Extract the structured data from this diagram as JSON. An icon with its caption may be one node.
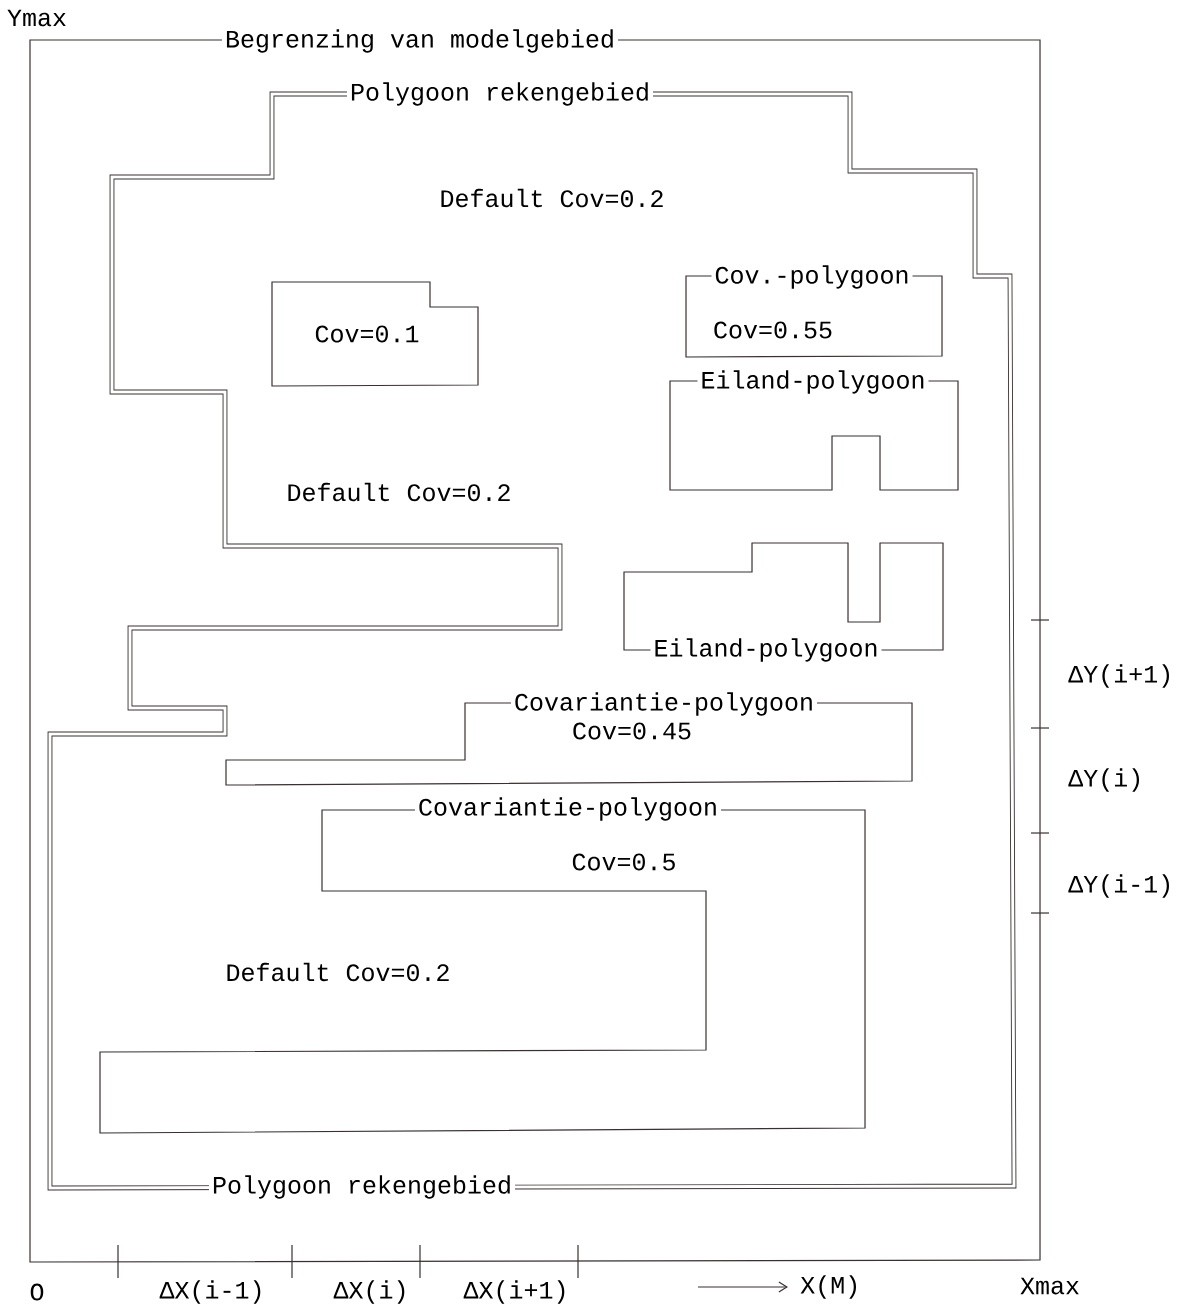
{
  "diagram": {
    "nodes": [
      {
        "text": [
          "Begrenzing van modelgebied"
        ]
      },
      {
        "text": [
          "Polygoon rekengebied",
          "Default Cov=0.2",
          "Default Cov=0.2",
          "Default Cov=0.2",
          "Polygoon rekengebied"
        ],
        "in": 0
      },
      {
        "text": [
          "Cov=0.1"
        ],
        "in": 1
      },
      {
        "text": [
          "Cov.-polygoon",
          "Cov=0.55"
        ],
        "in": 1
      },
      {
        "text": [
          "Eiland-polygoon"
        ],
        "in": 1
      },
      {
        "text": [
          "Eiland-polygoon"
        ],
        "in": 1
      },
      {
        "text": [
          "Covariantie-polygoon",
          "Cov=0.45"
        ],
        "in": 1
      },
      {
        "text": [
          "Covariantie-polygoon",
          "Cov=0.5"
        ],
        "in": 1
      }
    ],
    "labels": [
      "Ymax",
      "ΔY(i+1)",
      "ΔY(i)",
      "ΔY(i-1)",
      "O",
      "ΔX(i-1)",
      "ΔX(i)",
      "ΔX(i+1)",
      "X(M)",
      "Xmax"
    ]
  }
}
